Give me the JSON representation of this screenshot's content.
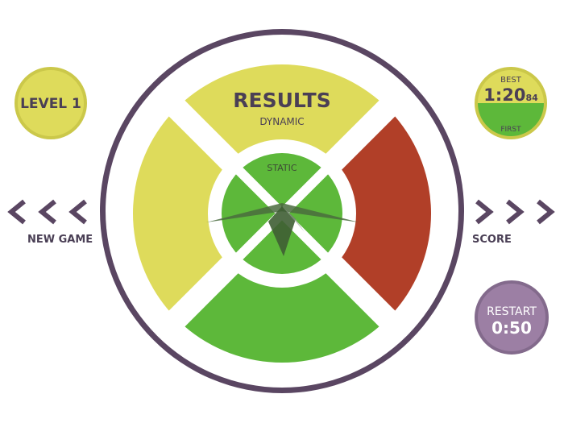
{
  "results": {
    "title": "RESULTS",
    "dynamic_label": "DYNAMIC",
    "static_label": "STATIC"
  },
  "level": {
    "label": "LEVEL 1"
  },
  "best": {
    "label": "BEST",
    "time_main": "1:20",
    "time_ms": "84",
    "rank_label": "FIRST"
  },
  "restart": {
    "label": "RESTART",
    "time": "0:50"
  },
  "nav": {
    "new_game_label": "NEW GAME",
    "score_label": "SCORE"
  },
  "colors": {
    "yellow": "#dedb5b",
    "green": "#5db83a",
    "red": "#b13f28",
    "purple_dark": "#5a4662",
    "purple_badge": "#9c7fa4",
    "text_dark": "#4a3f55"
  }
}
